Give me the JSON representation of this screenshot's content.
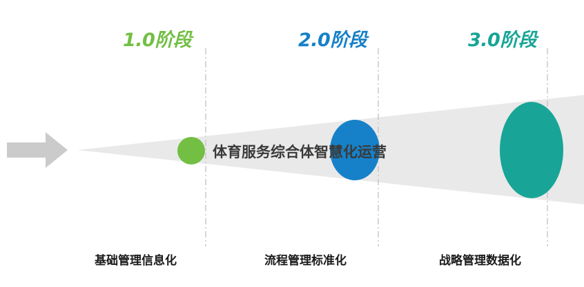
{
  "center_label": "体育服务综合体智慧化运营",
  "stages": [
    {
      "title": "1.0阶段",
      "caption": "基础管理信息化",
      "color": "#72bf44"
    },
    {
      "title": "2.0阶段",
      "caption": "流程管理标准化",
      "color": "#1681c8"
    },
    {
      "title": "3.0阶段",
      "caption": "战略管理数据化",
      "color": "#18a597"
    }
  ],
  "colors": {
    "cone": "#e9e9e9",
    "arrow": "#cbcbcb",
    "guide_line": "#c8c8c8"
  }
}
